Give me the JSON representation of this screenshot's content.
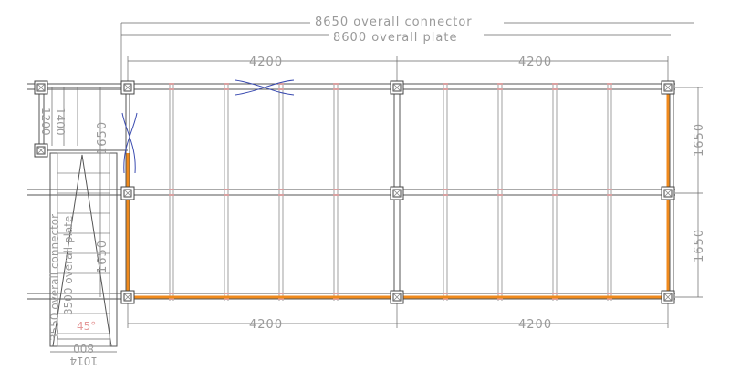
{
  "dimensions": {
    "overall_connector": "8650 overall connector",
    "overall_plate": "8600 overall plate",
    "top_left_span": "4200",
    "top_right_span": "4200",
    "bottom_left_span": "4200",
    "bottom_right_span": "4200",
    "right_upper": "1650",
    "right_lower": "1650",
    "left_upper": "1650",
    "left_lower": "1650",
    "stair_overall_connector": "3550 overall connector",
    "stair_overall_plate": "3500 overall plate",
    "landing_1400": "1400",
    "landing_1200": "1200",
    "stair_width_inner": "800",
    "stair_width_outer": "1014",
    "stair_angle": "45°"
  },
  "colors": {
    "highlight": "#f08a1c",
    "bracing": "#3a4bb0",
    "angle_text": "#e59a9a"
  }
}
